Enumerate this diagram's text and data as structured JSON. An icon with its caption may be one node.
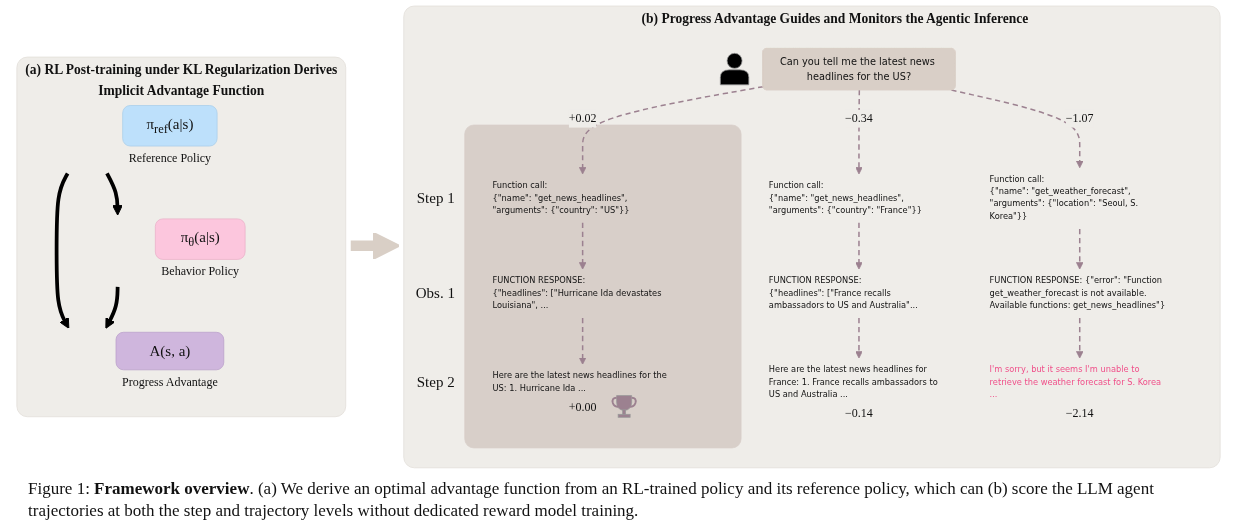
{
  "diagram": {
    "caption": "Figure 1: **Framework overview**. (a) We derive an optimal advantage function from an RL-trained policy and its reference policy, which can (b) score the LLM agent trajectories at both the step and trajectory levels without dedicated reward model training.",
    "nodes": [
      {
        "text": [
          "(a) RL Post-training under KL Regularization Derives Implicit Advantage Function"
        ]
      },
      {
        "text": [
          "π$_{ref}$(a|s)"
        ],
        "beside": [
          "Reference Policy"
        ],
        "in": 0
      },
      {
        "text": [
          "π$_{θ}$(a|s)"
        ],
        "beside": [
          "Behavior Policy"
        ],
        "in": 0
      },
      {
        "text": [
          "A(s, a)"
        ],
        "beside": [
          "Progress Advantage"
        ],
        "in": 0
      },
      {
        "text": [
          "(b) Progress Advantage Guides and Monitors the Agentic Inference"
        ]
      },
      {
        "text": [],
        "shape": "person",
        "in": 4
      },
      {
        "text": [
          "Can you tell me the latest news headlines for the US?"
        ],
        "in": 4
      },
      {
        "text": [],
        "shape": "box",
        "in": 4
      },
      {
        "text": [
          "Function call:",
          "{\"name\": \"get_news_headlines\", \"arguments\": {\"country\": \"US\"}}"
        ],
        "in": 7
      },
      {
        "text": [
          "FUNCTION RESPONSE:",
          "{\"headlines\": [\"Hurricane Ida devastates Louisiana\", ..."
        ],
        "in": 7
      },
      {
        "text": [
          "Here are the latest news headlines for the US: 1. Hurricane Ida ..."
        ],
        "beside": [
          "+0.00"
        ],
        "in": 7
      },
      {
        "text": [],
        "shape": "picture",
        "in": 7
      },
      {
        "text": [
          "Function call:",
          "{\"name\": \"get_news_headlines\", \"arguments\": {\"country\": \"France\"}}"
        ],
        "in": 4
      },
      {
        "text": [
          "FUNCTION RESPONSE:",
          "{\"headlines\": [\"France recalls ambassadors to US and Australia\"..."
        ],
        "in": 4
      },
      {
        "text": [
          "Here are the latest news headlines for France: 1. France recalls ambassadors to US and Australia ..."
        ],
        "beside": [
          "−0.14"
        ],
        "in": 4
      },
      {
        "text": [
          "Function call:",
          "{\"name\": \"get_weather_forecast\", \"arguments\": {\"location\": \"Seoul, S. Korea\"}}"
        ],
        "in": 4
      },
      {
        "text": [
          "FUNCTION RESPONSE: {\"error\": \"Function get_weather_forecast is not available. Available functions: get_news_headlines\"}"
        ],
        "in": 4
      },
      {
        "text": [
          "I'm sorry, but it seems I'm unable to retrieve the weather forecast for S. Korea ..."
        ],
        "beside": [
          "−2.14"
        ],
        "in": 4
      }
    ],
    "edges": [
      {
        "from": 1,
        "to": 2,
        "arrow": "to",
        "style": "thick",
        "color": "#000000"
      },
      {
        "from": 1,
        "to": 3,
        "arrow": "to",
        "style": "thick",
        "color": "#000000"
      },
      {
        "from": 2,
        "to": 3,
        "arrow": "to",
        "style": "thick",
        "color": "#000000"
      },
      {
        "from": 0,
        "to": 4,
        "arrow": "to",
        "style": "thick",
        "color": "#d9cfc6"
      },
      {
        "from": 6,
        "to": 8,
        "arrow": "to",
        "style": "dashed",
        "label": "+0.02"
      },
      {
        "from": 6,
        "to": 12,
        "arrow": "to",
        "style": "dashed",
        "label": "−0.34"
      },
      {
        "from": 6,
        "to": 15,
        "arrow": "to",
        "style": "dashed",
        "label": "−1.07"
      },
      {
        "from": 8,
        "to": 9,
        "arrow": "to",
        "style": "dashed"
      },
      {
        "from": 9,
        "to": 10,
        "arrow": "to",
        "style": "dashed"
      },
      {
        "from": 12,
        "to": 13,
        "arrow": "to",
        "style": "dashed"
      },
      {
        "from": 13,
        "to": 14,
        "arrow": "to",
        "style": "dashed"
      },
      {
        "from": 15,
        "to": 16,
        "arrow": "to",
        "style": "dashed"
      },
      {
        "from": 16,
        "to": 17,
        "arrow": "to",
        "style": "dashed"
      }
    ],
    "labels": [
      "Step 1",
      "Obs. 1",
      "Step 2"
    ]
  }
}
